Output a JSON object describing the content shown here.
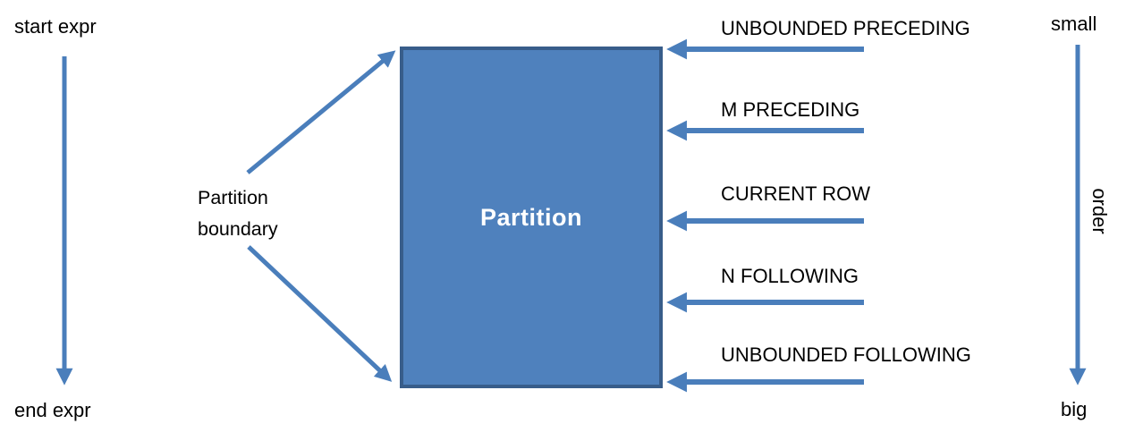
{
  "colors": {
    "accent": "#4a7ebb",
    "box_fill": "#4f81bd",
    "box_border": "#385d8a",
    "text": "#000000"
  },
  "left_axis": {
    "start_label": "start expr",
    "end_label": "end expr"
  },
  "partition": {
    "box_label": "Partition",
    "boundary_label": "Partition boundary"
  },
  "frame_options": [
    {
      "label": "UNBOUNDED PRECEDING"
    },
    {
      "label": "M PRECEDING"
    },
    {
      "label": "CURRENT ROW"
    },
    {
      "label": "N FOLLOWING"
    },
    {
      "label": "UNBOUNDED FOLLOWING"
    }
  ],
  "order_axis": {
    "top_label": "small",
    "axis_label": "order",
    "bottom_label": "big"
  }
}
